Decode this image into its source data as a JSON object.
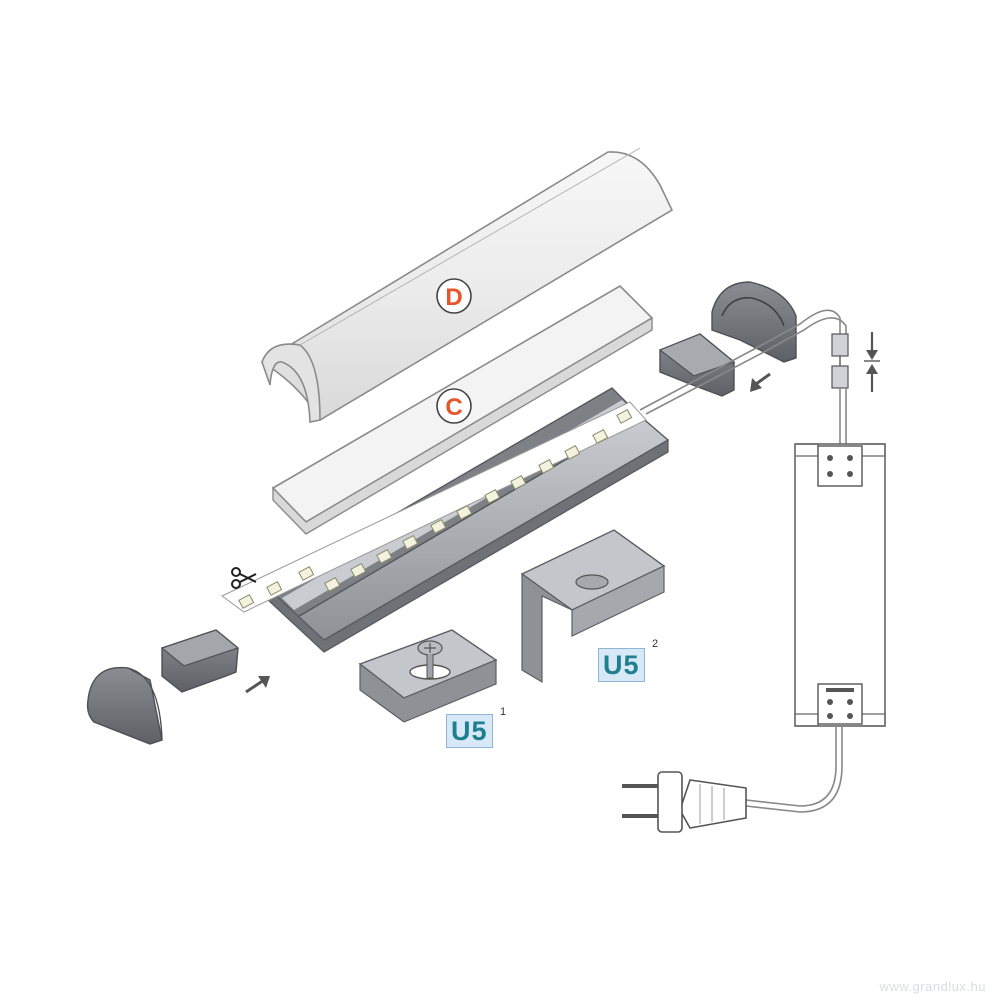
{
  "labels": {
    "diffuser_d": "D",
    "diffuser_c": "C",
    "mount_1": "U5",
    "mount_1_sup": "1",
    "mount_2": "U5",
    "mount_2_sup": "2"
  },
  "watermark": "www.grandlux.hu",
  "colors": {
    "label_circle_text": "#e8542b",
    "u5_text": "#1f7f8e",
    "u5_bg": "#d7e9f7",
    "profile_gray": "#9a9ea3",
    "dark_gray": "#6e7277"
  },
  "icons": [
    "scissors-icon",
    "arrow-icon",
    "compress-arrows-icon",
    "plug-icon",
    "screw-icon"
  ]
}
